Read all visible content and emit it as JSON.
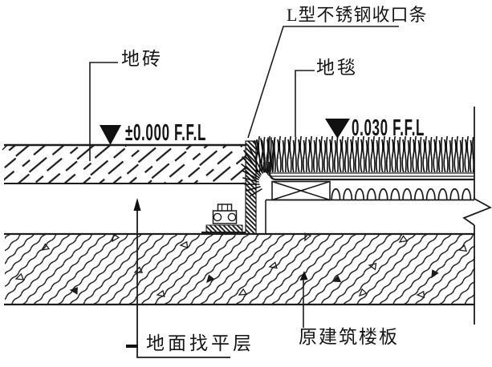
{
  "drawing": {
    "labels": {
      "trim_strip": "L型不锈钢收口条",
      "floor_tile": "地砖",
      "carpet": "地毯",
      "leveling_layer": "地面找平层",
      "structural_slab": "原建筑楼板"
    },
    "levels": {
      "tile_ffl": "±0.000 F.F.L",
      "carpet_ffl": "0.030 F.F.L"
    },
    "icons": {
      "level_marker": "filled-down-triangle",
      "leveling_pointer": "up-arrow",
      "slab_pointer": "up-arrow",
      "right_edge": "break-line"
    },
    "colors": {
      "line": "#1c1c1c",
      "background": "#ffffff",
      "solid_fill": "#111111"
    }
  }
}
